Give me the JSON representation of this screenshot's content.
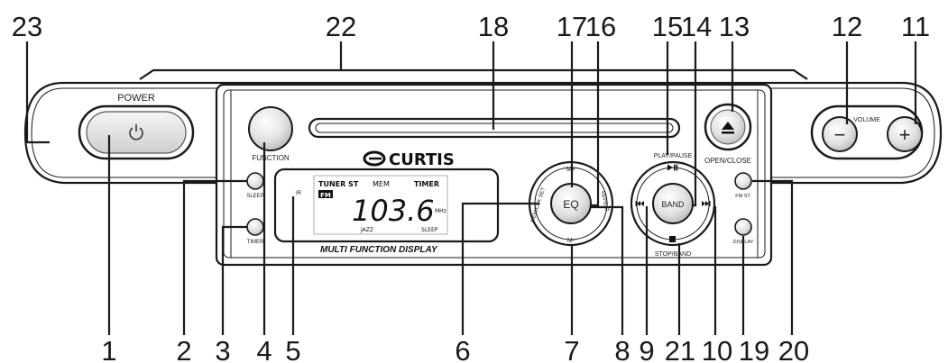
{
  "device": {
    "brand": "CURTIS",
    "display_caption": "MULTI FUNCTION DISPLAY",
    "labels": {
      "power": "POWER",
      "function": "FUNCTION",
      "sleep": "SLEEP",
      "timer": "TIMER",
      "ir": "IR",
      "open_close": "OPEN/CLOSE",
      "volume": "VOLUME",
      "fm_st": "FM ST.",
      "display": "DISPLAY",
      "play_pause": "PLAY/PAUSE",
      "stop_band": "STOP/BAND",
      "band": "BAND",
      "eq": "EQ",
      "mem_plus": "M+",
      "mem_minus": "M-",
      "mem_clk_set": "MEM/CLK SET",
      "repeat": "REPEAT",
      "vol_minus": "−",
      "vol_plus": "+"
    },
    "lcd": {
      "tuner_st": "TUNER ST",
      "fm": "FM",
      "mem": "MEM",
      "timer": "TIMER",
      "frequency": "103.6",
      "mhz": "MHz",
      "jazz": "JAZZ",
      "sleep": "SLEEP"
    }
  },
  "callouts": {
    "top": [
      "23",
      "22",
      "18",
      "17",
      "16",
      "15",
      "14",
      "13",
      "12",
      "11"
    ],
    "bottom": [
      "1",
      "2",
      "3",
      "4",
      "5",
      "6",
      "7",
      "8",
      "9",
      "21",
      "10",
      "19",
      "20"
    ]
  },
  "colors": {
    "line": "#1a1a1a",
    "button_fill": "#d9d9d9",
    "button_light": "#f2f2f2"
  },
  "icons": {
    "power": "power-icon",
    "eject": "eject-icon",
    "play_pause": "play-pause-icon",
    "stop": "stop-icon",
    "prev": "previous-track-icon",
    "next": "next-track-icon"
  }
}
